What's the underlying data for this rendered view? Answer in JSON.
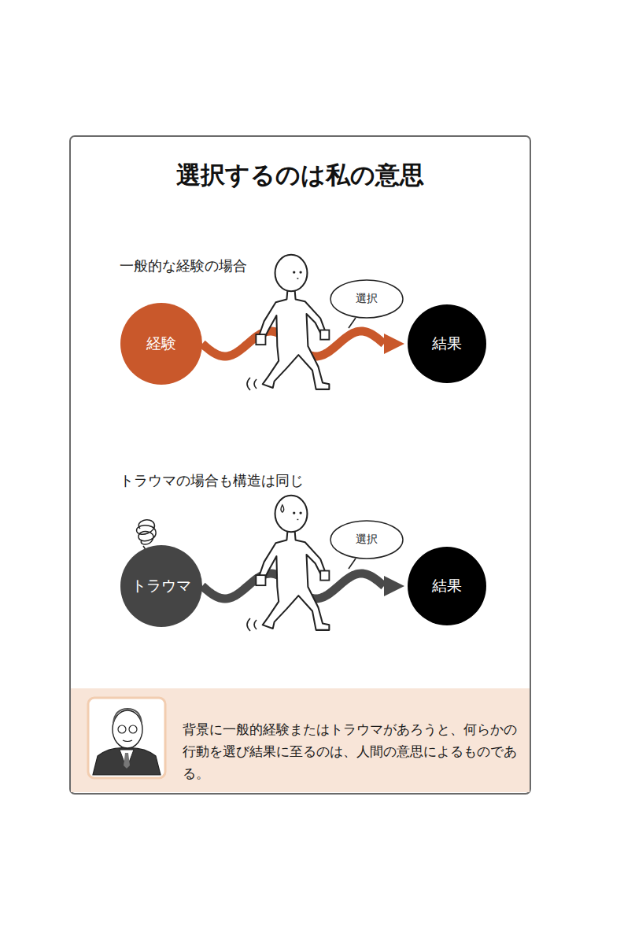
{
  "diagram": {
    "title": "選択するのは私の意思",
    "nodes": [
      {
        "text": [
          "経験"
        ]
      },
      {
        "text": [
          "選択"
        ]
      },
      {
        "text": [
          "結果"
        ]
      },
      {
        "text": [
          "トラウマ"
        ]
      },
      {
        "text": [
          "選択"
        ]
      },
      {
        "text": [
          "結果"
        ]
      },
      {
        "text": [
          "背景に一般的経験またはトラウマがあろうと、何らかの行動を選び結果に至るのは、人間の意思によるものである。"
        ]
      }
    ],
    "edges": [
      {
        "from": 0,
        "to": 2,
        "arrow": "to"
      },
      {
        "from": 3,
        "to": 5,
        "arrow": "to"
      }
    ],
    "labels": [
      "一般的な経験の場合",
      "トラウマの場合も構造は同じ"
    ]
  }
}
